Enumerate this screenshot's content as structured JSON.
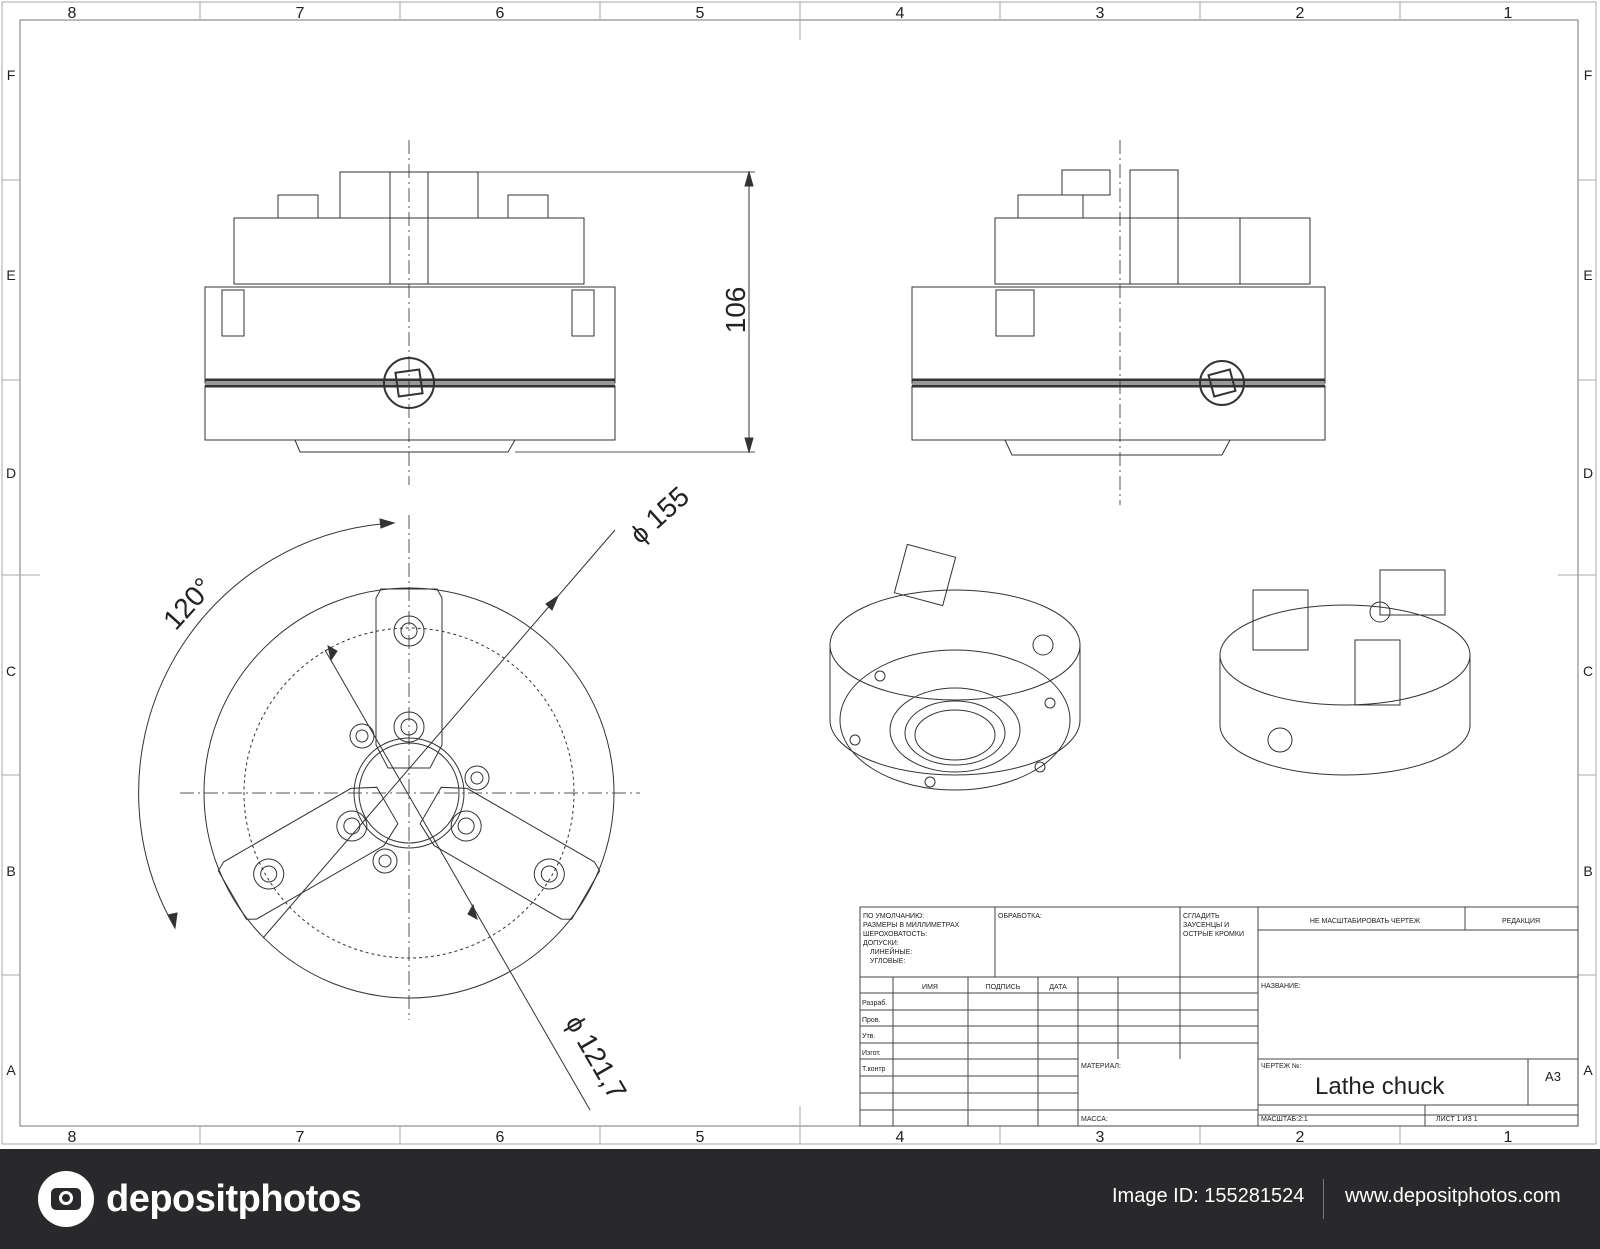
{
  "border": {
    "columns": [
      "8",
      "7",
      "6",
      "5",
      "4",
      "3",
      "2",
      "1"
    ],
    "rows": [
      "F",
      "E",
      "D",
      "C",
      "B",
      "A"
    ]
  },
  "dimensions": {
    "height": "106",
    "outer_diameter": "155",
    "inner_diameter": "121,7",
    "angle": "120°",
    "diameter_symbol": "ϕ"
  },
  "title_block": {
    "defaults": [
      "ПО УМОЛЧАНИЮ:",
      "РАЗМЕРЫ В МИЛЛИМЕТРАХ",
      "ШЕРОХОВАТОСТЬ:",
      "ДОПУСКИ:",
      "ЛИНЕЙНЫЕ:",
      "УГЛОВЫЕ:"
    ],
    "processing": "ОБРАБОТКА:",
    "deburr": [
      "СГЛАДИТЬ",
      "ЗАУСЕНЦЫ И",
      "ОСТРЫЕ КРОМКИ"
    ],
    "do_not_scale": "НЕ МАСШТАБИРОВАТЬ ЧЕРТЕЖ",
    "revision": "РЕДАКЦИЯ",
    "col_name": "ИМЯ",
    "col_signature": "ПОДПИСЬ",
    "col_date": "ДАТА",
    "name_label": "НАЗВАНИЕ:",
    "roles": [
      "Разраб.",
      "Пров.",
      "Утв.",
      "Изгот.",
      "Т.контр"
    ],
    "material_label": "МАТЕРИАЛ:",
    "drawing_no_label": "ЧЕРТЕЖ №:",
    "title": "Lathe chuck",
    "size": "A3",
    "mass_label": "МАССА:",
    "scale_label": "МАСШТАБ:2:1",
    "sheet_label": "ЛИСТ 1 ИЗ 1"
  },
  "footer": {
    "brand": "depositphotos",
    "image_id": "Image ID: 155281524",
    "site": "www.depositphotos.com"
  }
}
